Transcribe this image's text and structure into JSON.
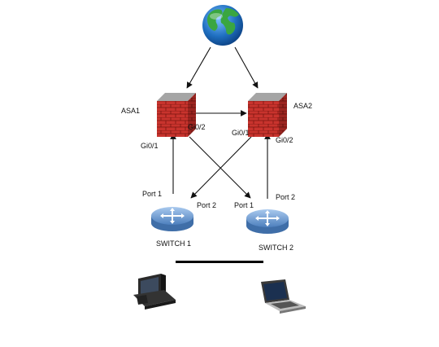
{
  "nodes": {
    "asa1": {
      "label": "ASA1",
      "port_gi01": "Gi0/1",
      "port_gi02": "Gi0/2"
    },
    "asa2": {
      "label": "ASA2",
      "port_gi01": "Gi0/1",
      "port_gi02": "Gi0/2"
    },
    "switch1": {
      "label": "SWITCH 1",
      "port1": "Port 1",
      "port2": "Port 2"
    },
    "switch2": {
      "label": "SWITCH 2",
      "port1": "Port 1",
      "port2": "Port 2"
    }
  },
  "colors": {
    "firewall_brick": "#c8332d",
    "firewall_top": "#9a9a9a",
    "router_blue": "#6f9fd6",
    "globe_ocean": "#1f6fc0",
    "globe_land": "#3aa641",
    "lan_bar": "#000000"
  },
  "icons": [
    "internet-globe-icon",
    "firewall-icon",
    "router-icon",
    "desktop-computer-icon",
    "laptop-icon"
  ]
}
